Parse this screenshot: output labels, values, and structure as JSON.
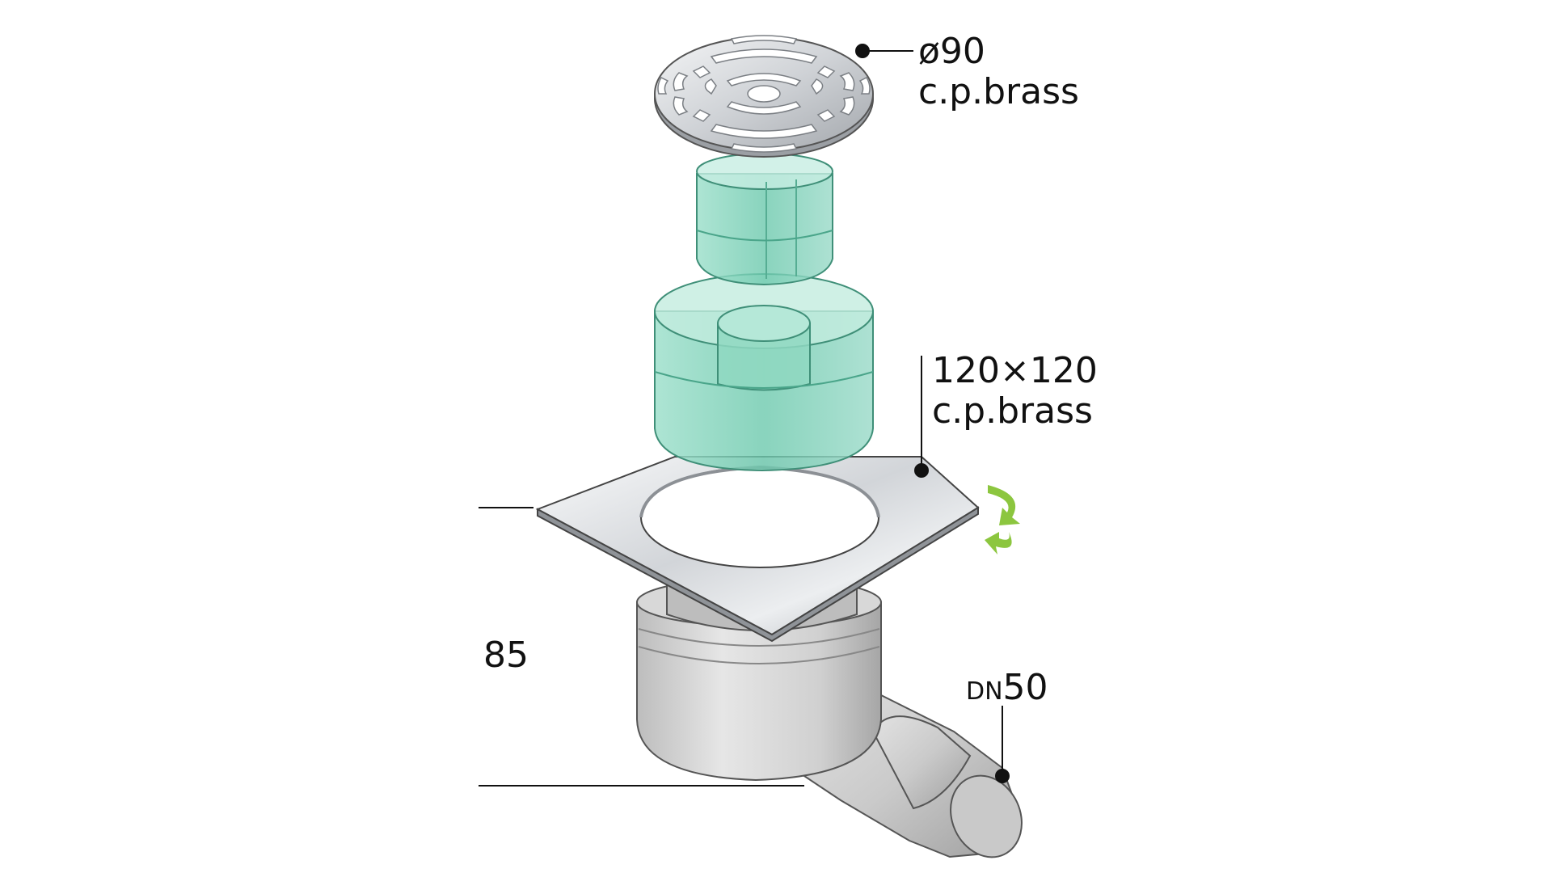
{
  "labels": {
    "grate_diameter": "ø90",
    "grate_material": "c.p.brass",
    "plate_size": "120×120",
    "plate_material": "c.p.brass",
    "height": "85",
    "outlet_prefix": "DN",
    "outlet_size": "50"
  },
  "colors": {
    "steel_light": "#eef0f2",
    "steel_mid": "#c3c7cc",
    "steel_dark": "#8d9197",
    "body_gray": "#c8c8c8",
    "trap_green": "#7ed3bb",
    "arrow_green": "#8cc63f",
    "line": "#111111"
  }
}
